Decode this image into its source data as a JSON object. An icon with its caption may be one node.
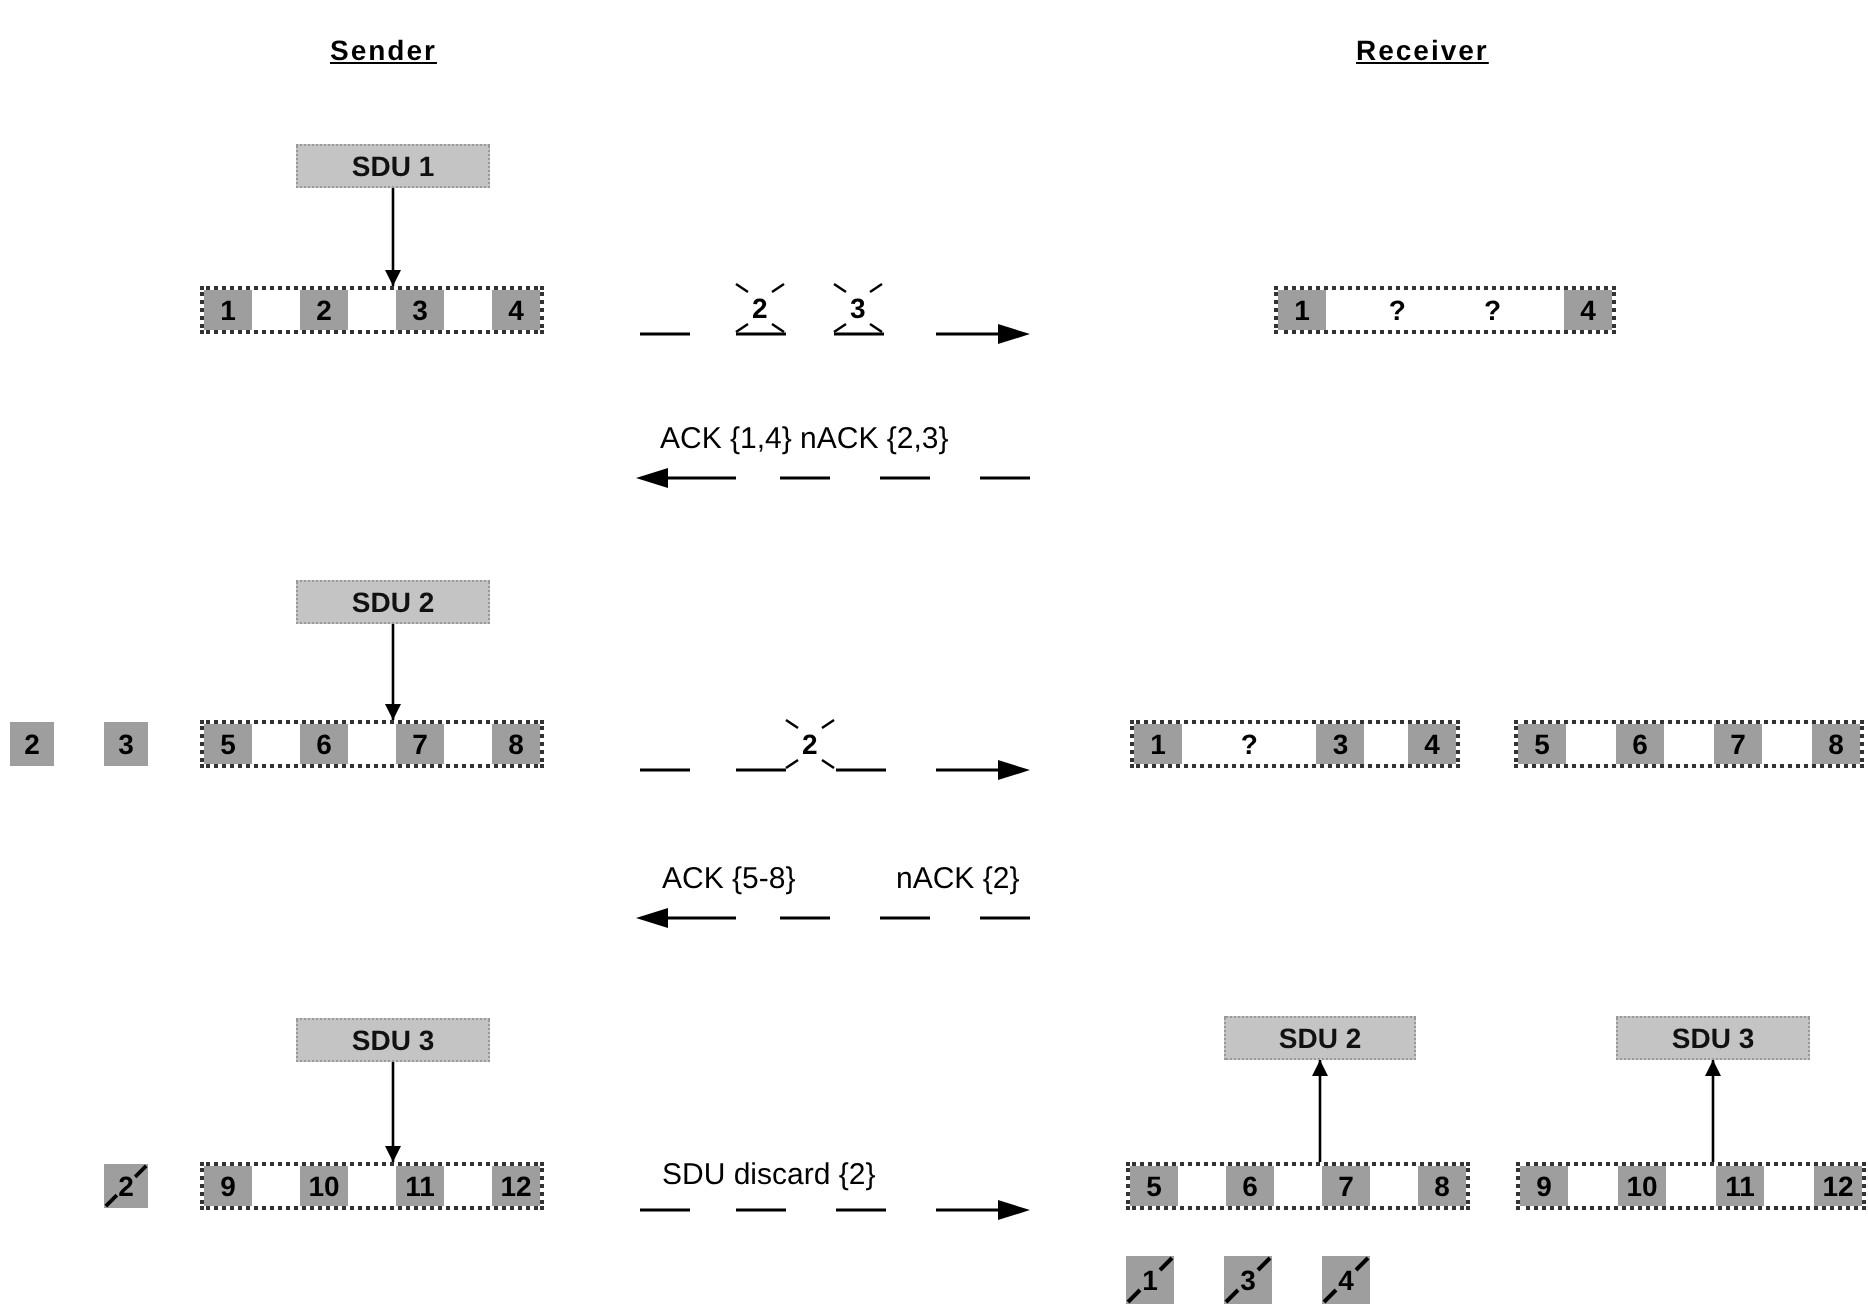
{
  "diagram": {
    "nodes": [
      {
        "text": [
          "SDU 1"
        ]
      },
      {
        "text": [],
        "shape": "box"
      },
      {
        "text": [
          "1"
        ],
        "in": 1
      },
      {
        "text": [
          "2"
        ],
        "in": 1
      },
      {
        "text": [
          "3"
        ],
        "in": 1
      },
      {
        "text": [
          "4"
        ],
        "in": 1
      },
      {
        "text": [],
        "shape": "box"
      },
      {
        "text": [
          "1"
        ],
        "in": 6
      },
      {
        "text": [
          "?"
        ],
        "in": 6
      },
      {
        "text": [
          "?"
        ],
        "in": 6
      },
      {
        "text": [
          "4"
        ],
        "in": 6
      },
      {
        "text": [
          "SDU 2"
        ]
      },
      {
        "text": [
          "2"
        ]
      },
      {
        "text": [
          "3"
        ]
      },
      {
        "text": [],
        "shape": "box"
      },
      {
        "text": [
          "5"
        ],
        "in": 14
      },
      {
        "text": [
          "6"
        ],
        "in": 14
      },
      {
        "text": [
          "7"
        ],
        "in": 14
      },
      {
        "text": [
          "8"
        ],
        "in": 14
      },
      {
        "text": [],
        "shape": "box"
      },
      {
        "text": [
          "1"
        ],
        "in": 19
      },
      {
        "text": [
          "?"
        ],
        "in": 19
      },
      {
        "text": [
          "3"
        ],
        "in": 19
      },
      {
        "text": [
          "4"
        ],
        "in": 19
      },
      {
        "text": [],
        "shape": "box"
      },
      {
        "text": [
          "5"
        ],
        "in": 24
      },
      {
        "text": [
          "6"
        ],
        "in": 24
      },
      {
        "text": [
          "7"
        ],
        "in": 24
      },
      {
        "text": [
          "8"
        ],
        "in": 24
      },
      {
        "text": [
          "SDU 3"
        ]
      },
      {
        "text": [
          "2"
        ]
      },
      {
        "text": [],
        "shape": "box"
      },
      {
        "text": [
          "9"
        ],
        "in": 31
      },
      {
        "text": [
          "10"
        ],
        "in": 31
      },
      {
        "text": [
          "11"
        ],
        "in": 31
      },
      {
        "text": [
          "12"
        ],
        "in": 31
      },
      {
        "text": [
          "SDU 2"
        ]
      },
      {
        "text": [
          "SDU 3"
        ]
      },
      {
        "text": [],
        "shape": "box"
      },
      {
        "text": [
          "5"
        ],
        "in": 38
      },
      {
        "text": [
          "6"
        ],
        "in": 38
      },
      {
        "text": [
          "7"
        ],
        "in": 38
      },
      {
        "text": [
          "8"
        ],
        "in": 38
      },
      {
        "text": [],
        "shape": "box"
      },
      {
        "text": [
          "9"
        ],
        "in": 43
      },
      {
        "text": [
          "10"
        ],
        "in": 43
      },
      {
        "text": [
          "11"
        ],
        "in": 43
      },
      {
        "text": [
          "12"
        ],
        "in": 43
      },
      {
        "text": [
          "1"
        ]
      },
      {
        "text": [
          "3"
        ]
      },
      {
        "text": [
          "4"
        ]
      }
    ],
    "edges": [
      {
        "from": 0,
        "to": 1,
        "arrow": "to"
      },
      {
        "from": 11,
        "to": 14,
        "arrow": "to"
      },
      {
        "from": 29,
        "to": 31,
        "arrow": "to"
      },
      {
        "from": 38,
        "to": 36,
        "arrow": "to"
      },
      {
        "from": 43,
        "to": 37,
        "arrow": "to"
      }
    ],
    "labels": [
      "Sender",
      "Receiver",
      "2",
      "3",
      "ACK {1,4} nACK {2,3}",
      "2",
      "ACK {5-8}",
      "nACK {2}",
      "SDU discard {2}"
    ]
  }
}
